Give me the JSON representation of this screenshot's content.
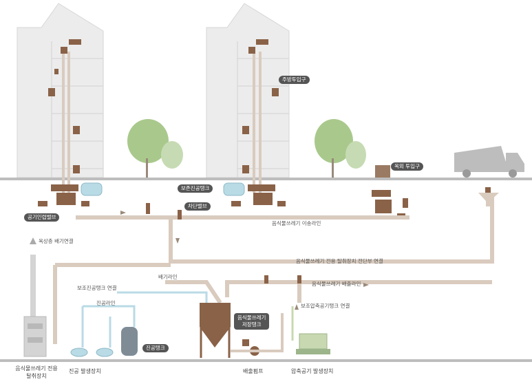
{
  "labels": {
    "kitchen_inlet": "주방투입구",
    "outdoor_inlet": "옥외 투입구",
    "aux_vacuum_tank": "보존진공탱크",
    "shutoff_valve": "차단밸브",
    "air_intake_valve": "공기인렵밸브",
    "transfer_line": "음식물쓰레기 이송라인",
    "roof_exhaust": "옥상층 배기연결",
    "dehydrator_front_link": "음식물쓰레기 전용 탈취장치 전단부 연결",
    "exhaust_line": "배기라인",
    "aux_vacuum_tank_link": "보조진공탱크 연결",
    "vacuum_line": "진공라인",
    "discharge_line": "음식물쓰레기 배출라인",
    "aux_compressed_air_link": "보조압축공기탱크 연결",
    "storage_tank": [
      "음식물쓰레기",
      "저장탱크"
    ],
    "vacuum_tank": "진공탱크"
  },
  "captions": {
    "deodorizer": [
      "음식물쓰레기 전용",
      "탈취장치"
    ],
    "vacuum_generator": "진공 발생장치",
    "discharge_pump": "배출펌프",
    "compressed_air_generator": "압축공기 발생장치"
  },
  "colors": {
    "pipe": "#d9cbbe",
    "vacuum_pipe": "#b9dbe6",
    "grey_pipe": "#d4d4d4",
    "valve": "#8a6248",
    "building": "#ececec",
    "tree": "#a9c98c",
    "ground": "#bdbdbd"
  }
}
